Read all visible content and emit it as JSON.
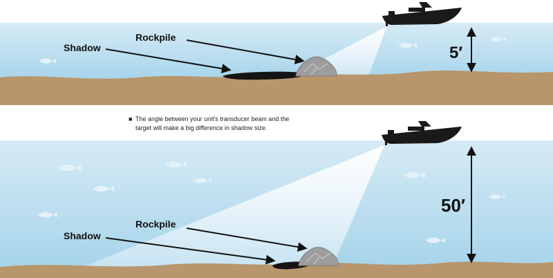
{
  "caption": {
    "bullet": "■",
    "line1": "The angle between your unit's transducer beam and the",
    "line2": "target will make a big difference in shadow size."
  },
  "shallow": {
    "shadow_label": "Shadow",
    "rockpile_label": "Rockpile",
    "depth_label": "5′"
  },
  "deep": {
    "shadow_label": "Shadow",
    "rockpile_label": "Rockpile",
    "depth_label": "50′"
  },
  "colors": {
    "water_top": "#cfe6f2",
    "water_bottom": "#9ed0ea",
    "beam": "#e9f4fb",
    "sand": "#b8956a",
    "rock": "#9a9a9a",
    "boat": "#1a1a1a",
    "fish": "#e4f1f8"
  }
}
